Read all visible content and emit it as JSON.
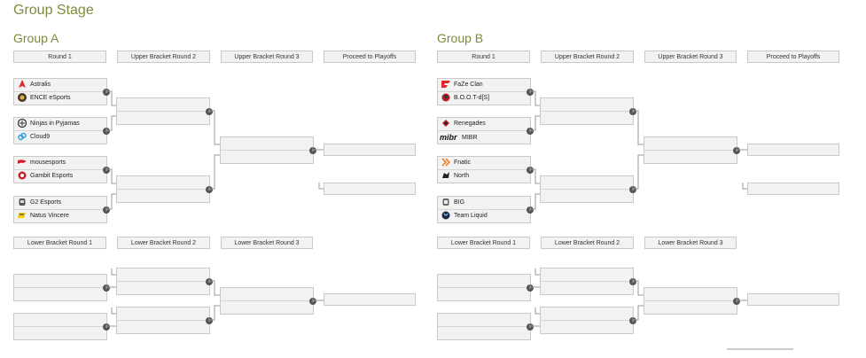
{
  "page_title": "Group Stage",
  "groups": [
    {
      "name": "Group A",
      "upper_headers": [
        "Round 1",
        "Upper Bracket Round 2",
        "Upper Bracket Round 3",
        "Proceed to Playoffs"
      ],
      "lower_headers": [
        "Lower Bracket Round 1",
        "Lower Bracket Round 2",
        "Lower Bracket Round 3"
      ],
      "round1": [
        {
          "team1": {
            "name": "Astralis",
            "icon": "astralis-icon"
          },
          "team2": {
            "name": "ENCE eSports",
            "icon": "ence-icon"
          }
        },
        {
          "team1": {
            "name": "Ninjas in Pyjamas",
            "icon": "nip-icon"
          },
          "team2": {
            "name": "Cloud9",
            "icon": "cloud9-icon"
          }
        },
        {
          "team1": {
            "name": "mousesports",
            "icon": "mousesports-icon"
          },
          "team2": {
            "name": "Gambit Esports",
            "icon": "gambit-icon"
          }
        },
        {
          "team1": {
            "name": "G2 Esports",
            "icon": "g2-icon"
          },
          "team2": {
            "name": "Natus Vincere",
            "icon": "navi-icon"
          }
        }
      ]
    },
    {
      "name": "Group B",
      "upper_headers": [
        "Round 1",
        "Upper Bracket Round 2",
        "Upper Bracket Round 3",
        "Proceed to Playoffs"
      ],
      "lower_headers": [
        "Lower Bracket Round 1",
        "Lower Bracket Round 2",
        "Lower Bracket Round 3"
      ],
      "round1": [
        {
          "team1": {
            "name": "FaZe Clan",
            "icon": "faze-icon"
          },
          "team2": {
            "name": "B.O.O.T-d[S]",
            "icon": "boot-icon"
          }
        },
        {
          "team1": {
            "name": "Renegades",
            "icon": "renegades-icon"
          },
          "team2": {
            "name": "MIBR",
            "icon": "mibr-icon",
            "logo_text": "mibr"
          }
        },
        {
          "team1": {
            "name": "Fnatic",
            "icon": "fnatic-icon"
          },
          "team2": {
            "name": "North",
            "icon": "north-icon"
          }
        },
        {
          "team1": {
            "name": "BIG",
            "icon": "big-icon"
          },
          "team2": {
            "name": "Team Liquid",
            "icon": "liquid-icon"
          }
        }
      ]
    }
  ],
  "info_glyph": "i",
  "colors": {
    "title": "#7a8c3a",
    "box_bg": "#f2f2f2",
    "box_border": "#c9c9c9",
    "line": "#999999"
  }
}
